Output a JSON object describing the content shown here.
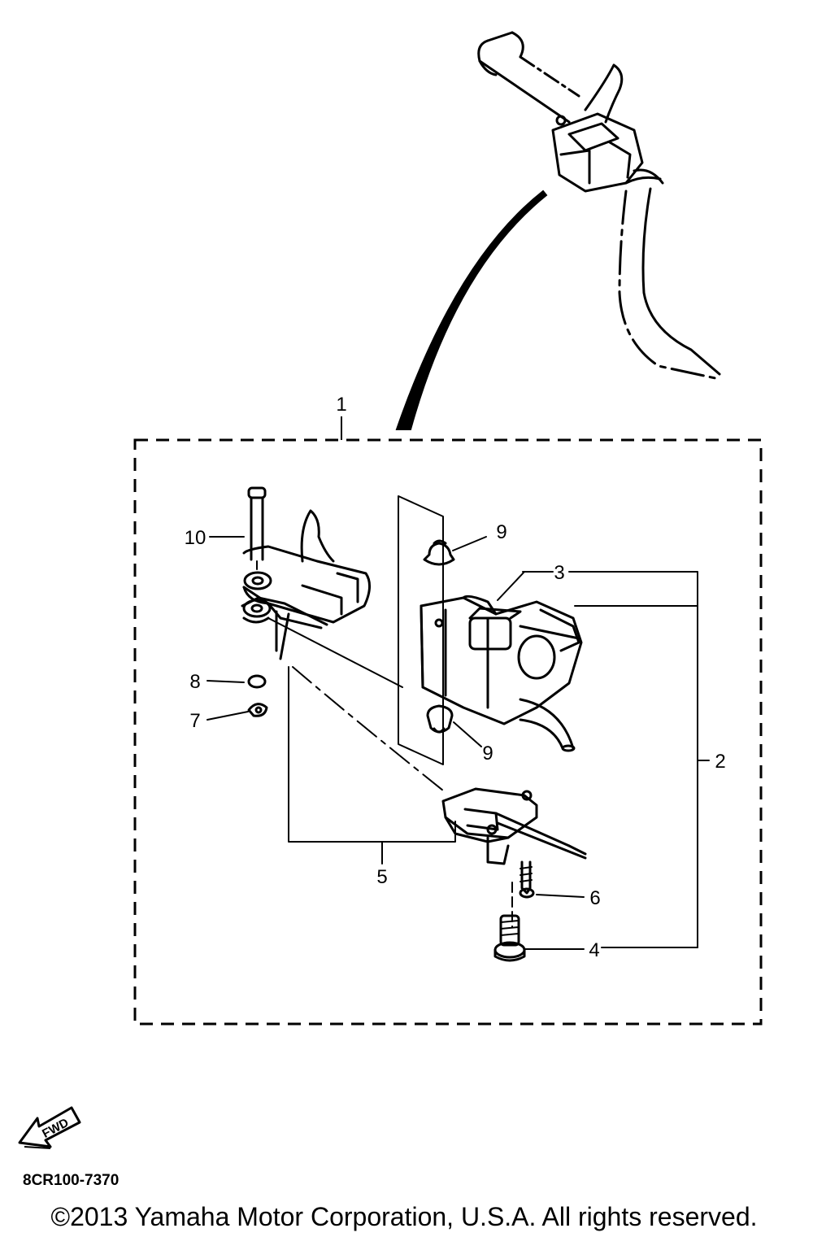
{
  "callouts": {
    "c1": "1",
    "c2": "2",
    "c3": "3",
    "c4": "4",
    "c5": "5",
    "c6": "6",
    "c7": "7",
    "c8": "8",
    "c9_top": "9",
    "c9_bottom": "9",
    "c10": "10"
  },
  "direction_arrow": {
    "label": "FWD"
  },
  "diagram_code": "8CR100-7370",
  "copyright": "©2013 Yamaha Motor Corporation, U.S.A. All rights reserved."
}
